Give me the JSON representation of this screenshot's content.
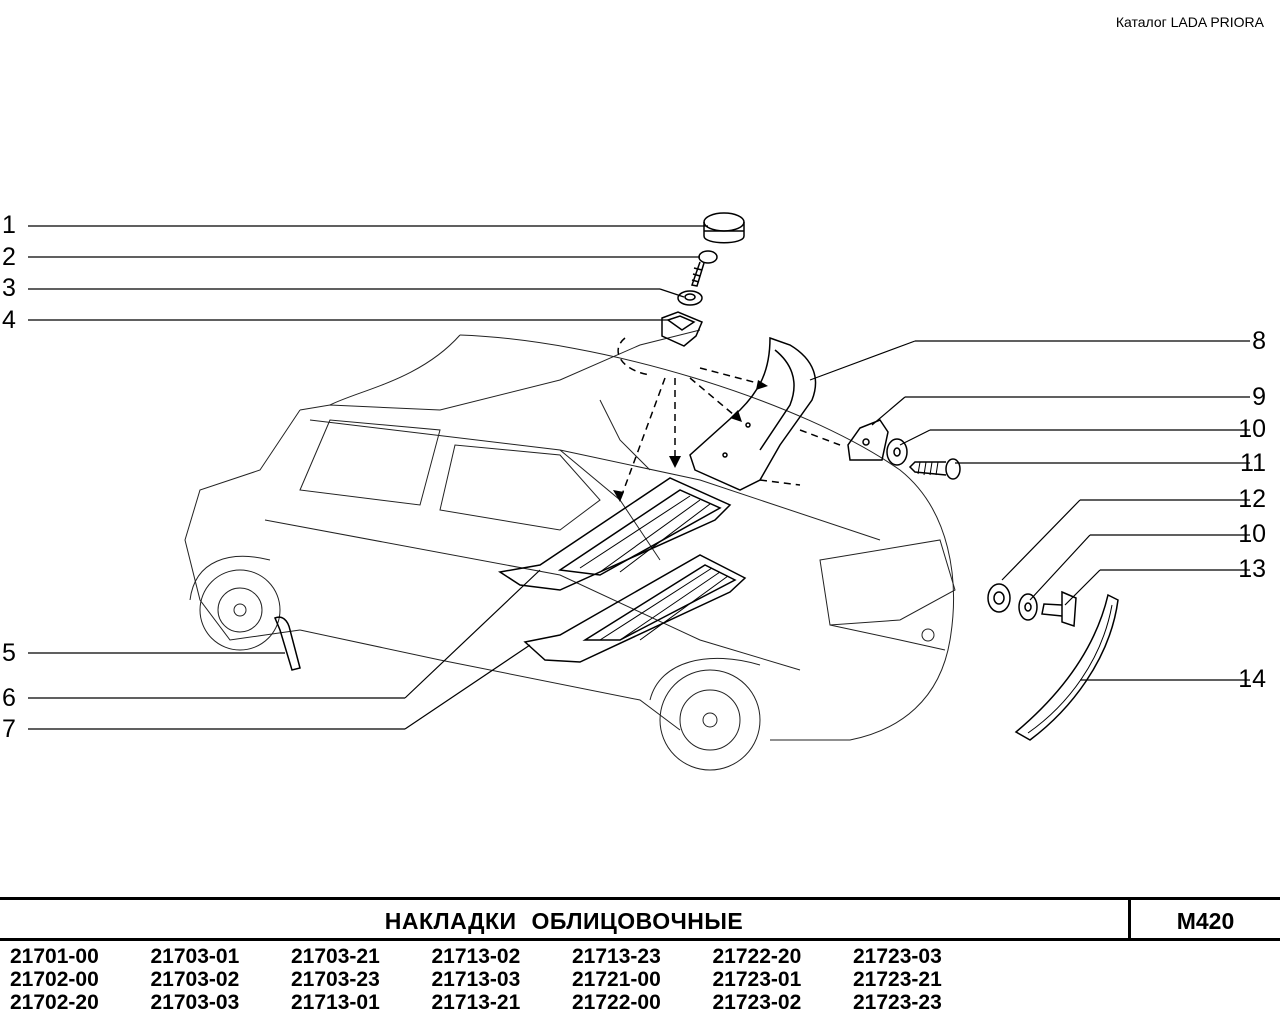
{
  "catalog_label": "Каталог  LADA  PRIORA",
  "callouts_left": [
    "1",
    "2",
    "3",
    "4",
    "5",
    "6",
    "7"
  ],
  "callouts_right": [
    "8",
    "9",
    "10",
    "11",
    "12",
    "10",
    "13",
    "14"
  ],
  "title": "НАКЛАДКИ   ОБЛИЦОВОЧНЫЕ",
  "code": "M420",
  "models": [
    [
      "21701-00",
      "21703-01",
      "21703-21",
      "21713-02",
      "21713-23",
      "21722-20",
      "21723-03"
    ],
    [
      "21702-00",
      "21703-02",
      "21703-23",
      "21713-03",
      "21721-00",
      "21723-01",
      "21723-21"
    ],
    [
      "21702-20",
      "21703-03",
      "21713-01",
      "21713-21",
      "21722-00",
      "21723-02",
      "21723-23"
    ]
  ]
}
